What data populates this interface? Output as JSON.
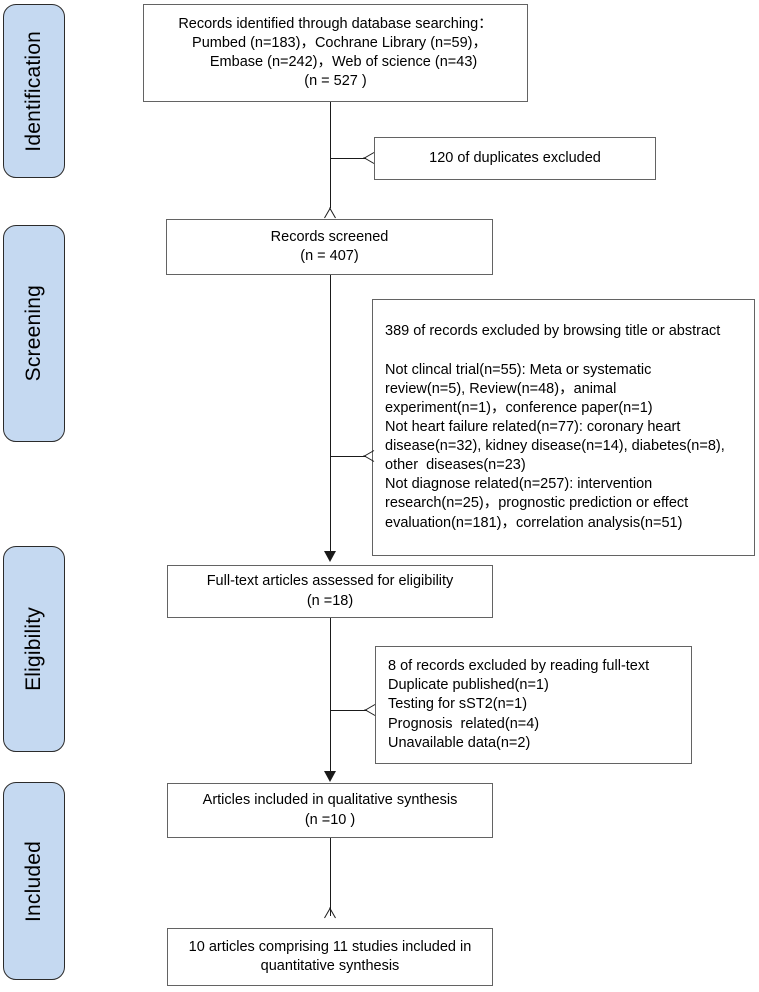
{
  "diagram": {
    "title": "PRISMA study selection flow diagram",
    "colors": {
      "stage_fill": "#c5d9f1",
      "stage_border": "#2b2b2b",
      "box_border": "#636363",
      "connector": "#1a1a1a",
      "background": "#ffffff",
      "text": "#000000"
    }
  },
  "stages": [
    {
      "key": "identification",
      "label": "Identification"
    },
    {
      "key": "screening",
      "label": "Screening"
    },
    {
      "key": "eligibility",
      "label": "Eligibility"
    },
    {
      "key": "included",
      "label": "Included"
    }
  ],
  "boxes": {
    "records_identified": {
      "text": "Records identified through database searching：\n  Pumbed (n=183)，Cochrane Library (n=59)，\n    Embase (n=242)，Web of science (n=43)\n(n = 527 )"
    },
    "duplicates_excluded": {
      "text": "120 of duplicates excluded"
    },
    "records_screened": {
      "text": "Records screened\n(n = 407)"
    },
    "records_excluded_screening": {
      "text": "389 of records excluded by browsing title or abstract\n\nNot clincal trial(n=55): Meta or systematic\nreview(n=5), Review(n=48)，animal\nexperiment(n=1)，conference paper(n=1)\nNot heart failure related(n=77): coronary heart\ndisease(n=32), kidney disease(n=14), diabetes(n=8),\nother  diseases(n=23)\nNot diagnose related(n=257): intervention\nresearch(n=25)，prognostic prediction or effect\nevaluation(n=181)，correlation analysis(n=51)"
    },
    "fulltext_assessed": {
      "text": "Full-text articles assessed for eligibility\n(n =18)"
    },
    "records_excluded_fulltext": {
      "text": "8 of records excluded by reading full-text\nDuplicate published(n=1)\nTesting for sST2(n=1)\nPrognosis  related(n=4)\nUnavailable data(n=2)"
    },
    "qualitative_synthesis": {
      "text": "Articles included in qualitative synthesis\n(n =10 )"
    },
    "quantitative_synthesis": {
      "text": "10 articles comprising 11 studies included in\nquantitative synthesis"
    }
  },
  "counts": {
    "pubmed": 183,
    "cochrane_library": 59,
    "embase": 242,
    "web_of_science": 43,
    "total_identified": 527,
    "duplicates_excluded": 120,
    "records_screened": 407,
    "excluded_by_title_abstract": 389,
    "not_clinical_trial": 55,
    "meta_or_systematic_review": 5,
    "review": 48,
    "animal_experiment": 1,
    "conference_paper": 1,
    "not_heart_failure_related": 77,
    "coronary_heart_disease": 32,
    "kidney_disease": 14,
    "diabetes": 8,
    "other_diseases": 23,
    "not_diagnose_related": 257,
    "intervention_research": 25,
    "prognostic_prediction_or_effect_evaluation": 181,
    "correlation_analysis": 51,
    "fulltext_assessed": 18,
    "excluded_by_fulltext": 8,
    "duplicate_published": 1,
    "testing_for_sst2": 1,
    "prognosis_related": 4,
    "unavailable_data": 2,
    "qualitative_synthesis_articles": 10,
    "quantitative_synthesis_articles": 10,
    "quantitative_synthesis_studies": 11
  }
}
